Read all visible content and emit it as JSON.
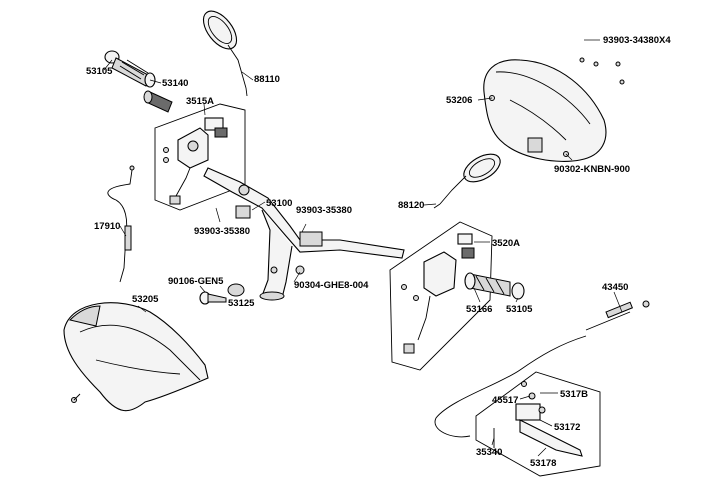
{
  "labels": {
    "l53105a": "53105",
    "l53140": "53140",
    "l88110": "88110",
    "l3515A": "3515A",
    "l17910": "17910",
    "l53100": "53100",
    "l93903_35380a": "93903-35380",
    "l93903_35380b": "93903-35380",
    "l90304": "90304-GHE8-004",
    "l90106": "90106-GEN5",
    "l53125": "53125",
    "l53205": "53205",
    "l93903_34380": "93903-34380X4",
    "l53206": "53206",
    "l90302": "90302-KNBN-900",
    "l88120": "88120",
    "l3520A": "3520A",
    "l53166": "53166",
    "l53105b": "53105",
    "l43450": "43450",
    "l5317B": "5317B",
    "l45517": "45517",
    "l53172": "53172",
    "l35340": "35340",
    "l53178": "53178"
  }
}
